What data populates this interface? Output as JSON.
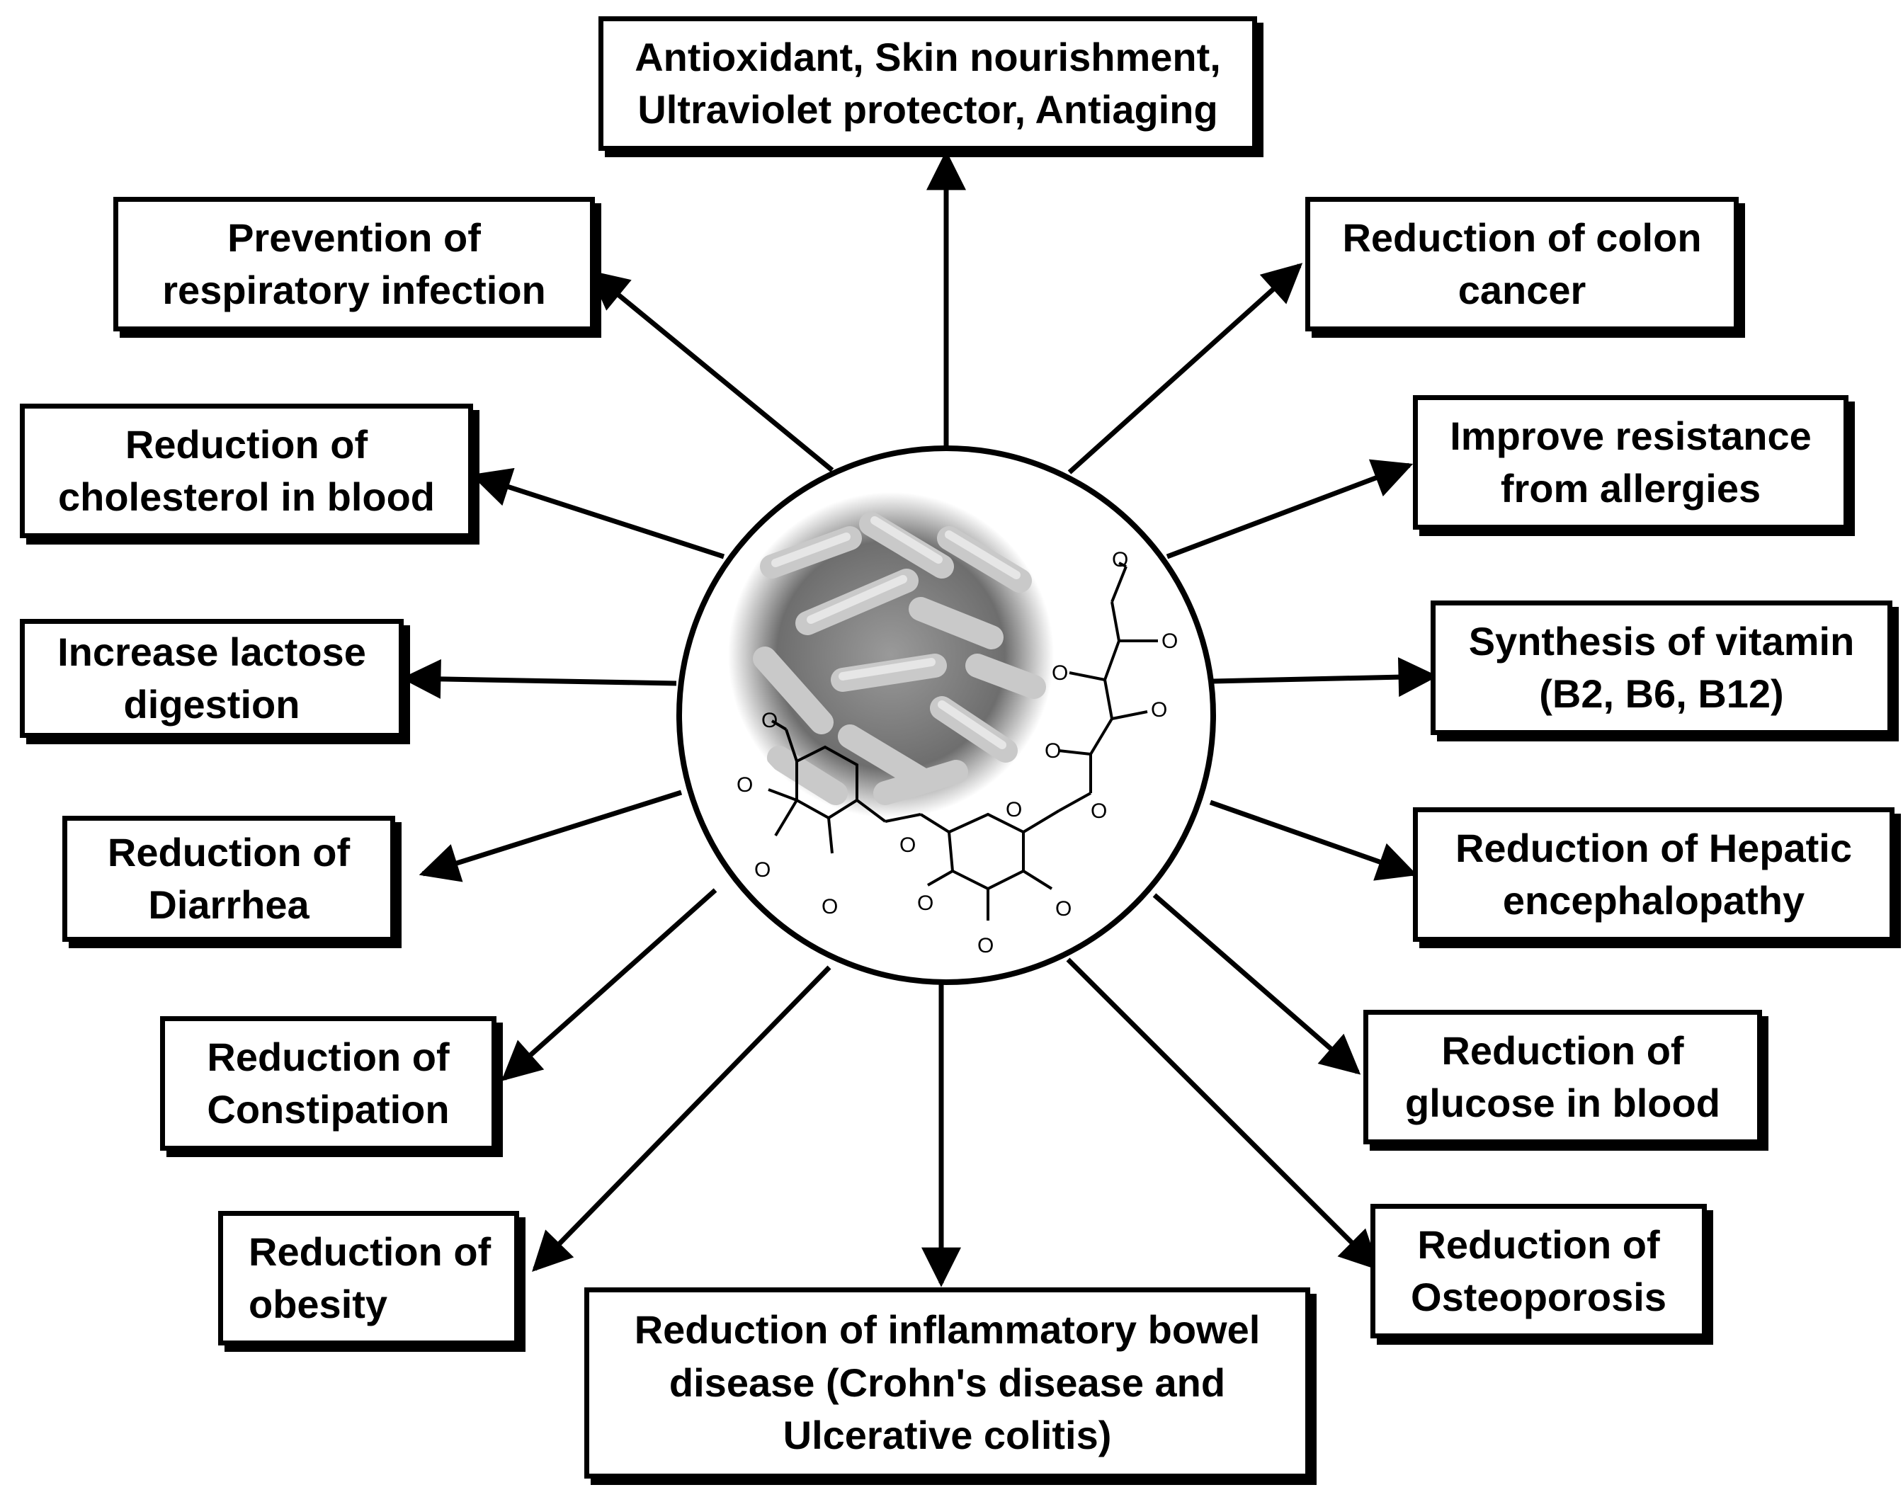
{
  "hub": {
    "image": "bacteria-micrograph",
    "molecule": "oligosaccharide-structure",
    "atom_label": "O"
  },
  "boxes": {
    "antioxidant": "Antioxidant, Skin nourishment,\nUltraviolet protector, Antiaging",
    "respiratory": "Prevention of\nrespiratory infection",
    "colon": "Reduction of colon\ncancer",
    "cholesterol": "Reduction of\ncholesterol in blood",
    "allergies": "Improve resistance\nfrom allergies",
    "lactose": "Increase lactose\ndigestion",
    "vitamin": "Synthesis of vitamin\n(B2, B6, B12)",
    "diarrhea": "Reduction of\nDiarrhea",
    "hepatic": "Reduction of Hepatic\nencephalopathy",
    "constipation": "Reduction of\nConstipation",
    "glucose": "Reduction of\nglucose in blood",
    "obesity": "Reduction of\nobesity",
    "osteoporosis": "Reduction of\nOsteoporosis",
    "ibd": "Reduction of inflammatory bowel\ndisease (Crohn's disease and\nUlcerative colitis)"
  }
}
